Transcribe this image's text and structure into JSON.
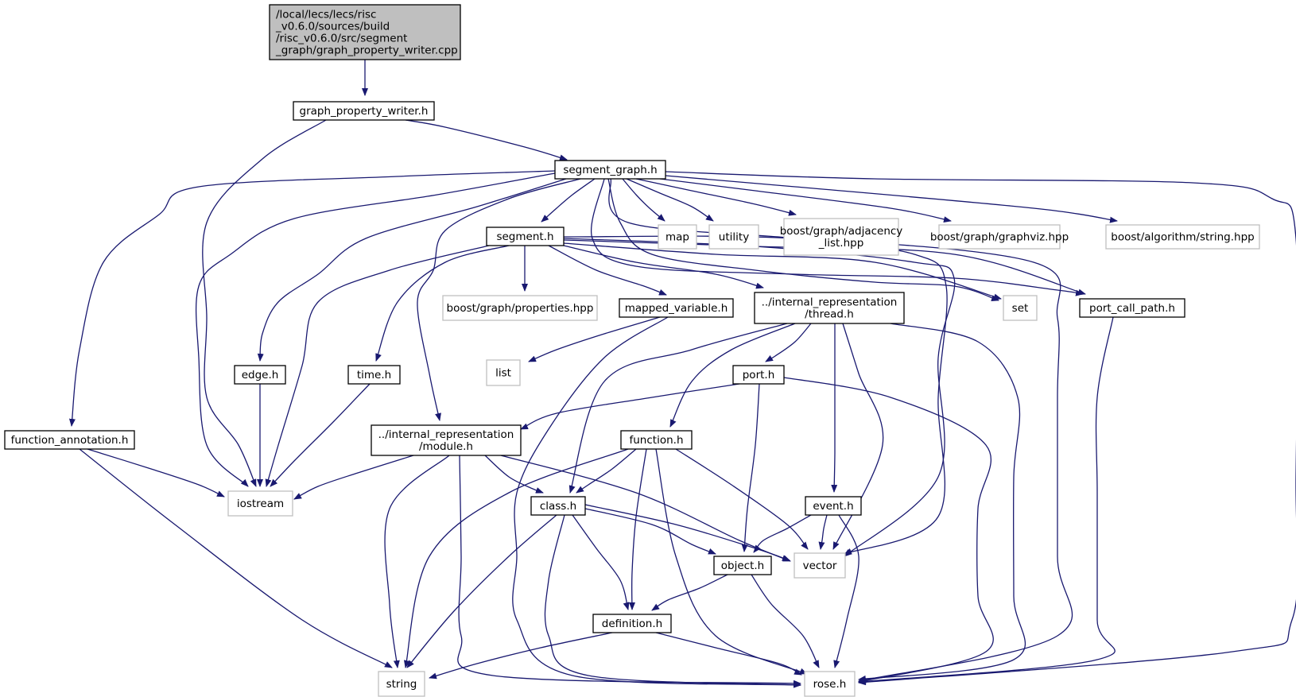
{
  "colors": {
    "edge": "#191970",
    "node_border_local": "#000000",
    "node_border_system": "#bfbfbf",
    "node_fill_root": "#bfbfbf",
    "node_fill": "#ffffff"
  },
  "nodes": {
    "root": {
      "lines": [
        "/local/lecs/lecs/risc",
        "_v0.6.0/sources/build",
        "/risc_v0.6.0/src/segment",
        "_graph/graph_property_writer.cpp"
      ],
      "kind": "root"
    },
    "gpw": {
      "lines": [
        "graph_property_writer.h"
      ],
      "kind": "local"
    },
    "sg": {
      "lines": [
        "segment_graph.h"
      ],
      "kind": "local"
    },
    "seg": {
      "lines": [
        "segment.h"
      ],
      "kind": "local"
    },
    "map": {
      "lines": [
        "map"
      ],
      "kind": "system"
    },
    "utility": {
      "lines": [
        "utility"
      ],
      "kind": "system"
    },
    "adj": {
      "lines": [
        "boost/graph/adjacency",
        "_list.hpp"
      ],
      "kind": "system"
    },
    "gviz": {
      "lines": [
        "boost/graph/graphviz.hpp"
      ],
      "kind": "system"
    },
    "algstr": {
      "lines": [
        "boost/algorithm/string.hpp"
      ],
      "kind": "system"
    },
    "props": {
      "lines": [
        "boost/graph/properties.hpp"
      ],
      "kind": "system"
    },
    "mv": {
      "lines": [
        "mapped_variable.h"
      ],
      "kind": "local"
    },
    "thread": {
      "lines": [
        "../internal_representation",
        "/thread.h"
      ],
      "kind": "local"
    },
    "set": {
      "lines": [
        "set"
      ],
      "kind": "system"
    },
    "pcp": {
      "lines": [
        "port_call_path.h"
      ],
      "kind": "local"
    },
    "edge": {
      "lines": [
        "edge.h"
      ],
      "kind": "local"
    },
    "time": {
      "lines": [
        "time.h"
      ],
      "kind": "local"
    },
    "list": {
      "lines": [
        "list"
      ],
      "kind": "system"
    },
    "port": {
      "lines": [
        "port.h"
      ],
      "kind": "local"
    },
    "fa": {
      "lines": [
        "function_annotation.h"
      ],
      "kind": "local"
    },
    "module": {
      "lines": [
        "../internal_representation",
        "/module.h"
      ],
      "kind": "local"
    },
    "function": {
      "lines": [
        "function.h"
      ],
      "kind": "local"
    },
    "iostream": {
      "lines": [
        "iostream"
      ],
      "kind": "system"
    },
    "class": {
      "lines": [
        "class.h"
      ],
      "kind": "local"
    },
    "event": {
      "lines": [
        "event.h"
      ],
      "kind": "local"
    },
    "object": {
      "lines": [
        "object.h"
      ],
      "kind": "local"
    },
    "vector": {
      "lines": [
        "vector"
      ],
      "kind": "system"
    },
    "def": {
      "lines": [
        "definition.h"
      ],
      "kind": "local"
    },
    "string": {
      "lines": [
        "string"
      ],
      "kind": "system"
    },
    "rose": {
      "lines": [
        "rose.h"
      ],
      "kind": "system"
    }
  },
  "edges": [
    [
      "root",
      "gpw"
    ],
    [
      "gpw",
      "sg"
    ],
    [
      "gpw",
      "iostream"
    ],
    [
      "sg",
      "seg"
    ],
    [
      "sg",
      "map"
    ],
    [
      "sg",
      "utility"
    ],
    [
      "sg",
      "adj"
    ],
    [
      "sg",
      "gviz"
    ],
    [
      "sg",
      "algstr"
    ],
    [
      "sg",
      "fa"
    ],
    [
      "sg",
      "iostream"
    ],
    [
      "sg",
      "edge"
    ],
    [
      "sg",
      "module"
    ],
    [
      "sg",
      "set"
    ],
    [
      "sg",
      "pcp"
    ],
    [
      "sg",
      "vector"
    ],
    [
      "sg",
      "rose"
    ],
    [
      "seg",
      "props"
    ],
    [
      "seg",
      "mv"
    ],
    [
      "seg",
      "thread"
    ],
    [
      "seg",
      "time"
    ],
    [
      "seg",
      "iostream"
    ],
    [
      "seg",
      "set"
    ],
    [
      "seg",
      "pcp"
    ],
    [
      "seg",
      "vector"
    ],
    [
      "seg",
      "rose"
    ],
    [
      "mv",
      "list"
    ],
    [
      "mv",
      "rose"
    ],
    [
      "thread",
      "port"
    ],
    [
      "thread",
      "function"
    ],
    [
      "thread",
      "class"
    ],
    [
      "thread",
      "event"
    ],
    [
      "thread",
      "vector"
    ],
    [
      "thread",
      "rose"
    ],
    [
      "pcp",
      "rose"
    ],
    [
      "edge",
      "iostream"
    ],
    [
      "time",
      "iostream"
    ],
    [
      "port",
      "module"
    ],
    [
      "port",
      "object"
    ],
    [
      "port",
      "rose"
    ],
    [
      "fa",
      "iostream"
    ],
    [
      "fa",
      "string"
    ],
    [
      "module",
      "iostream"
    ],
    [
      "module",
      "class"
    ],
    [
      "module",
      "string"
    ],
    [
      "module",
      "vector"
    ],
    [
      "module",
      "rose"
    ],
    [
      "function",
      "class"
    ],
    [
      "function",
      "def"
    ],
    [
      "function",
      "string"
    ],
    [
      "function",
      "vector"
    ],
    [
      "function",
      "rose"
    ],
    [
      "class",
      "object"
    ],
    [
      "class",
      "def"
    ],
    [
      "class",
      "vector"
    ],
    [
      "class",
      "string"
    ],
    [
      "class",
      "rose"
    ],
    [
      "event",
      "object"
    ],
    [
      "event",
      "vector"
    ],
    [
      "event",
      "rose"
    ],
    [
      "object",
      "def"
    ],
    [
      "object",
      "rose"
    ],
    [
      "def",
      "string"
    ],
    [
      "def",
      "rose"
    ]
  ]
}
